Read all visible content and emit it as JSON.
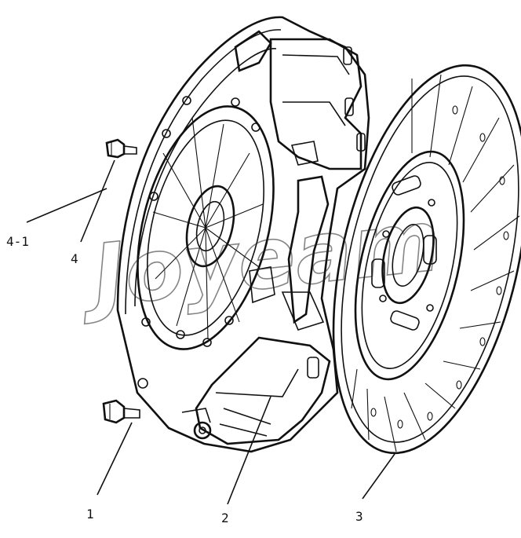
{
  "diagram": {
    "callouts": {
      "c41": "4-1",
      "c4": "4",
      "c1": "1",
      "c2": "2",
      "c3": "3"
    },
    "watermark": "Joyeam"
  }
}
